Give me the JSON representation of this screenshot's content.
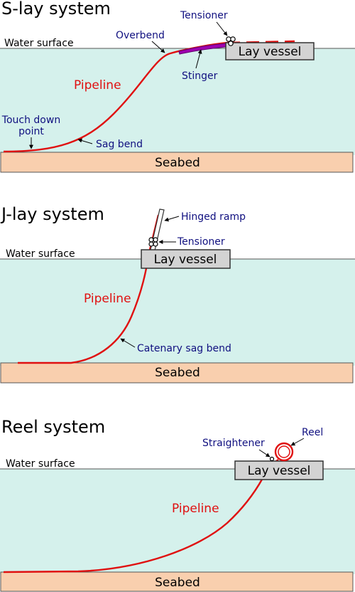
{
  "colors": {
    "water": "#d5f1ec",
    "seabed": "#f9cfae",
    "pipeline": "#e01010",
    "label_blue": "#101080",
    "vessel": "#d3d3d3",
    "stinger": "#a000b0"
  },
  "slay": {
    "title": "S-lay system",
    "water_surface": "Water surface",
    "overbend": "Overbend",
    "tensioner": "Tensioner",
    "lay_vessel": "Lay vessel",
    "stinger": "Stinger",
    "pipeline": "Pipeline",
    "touch_down_line1": "Touch down",
    "touch_down_line2": "point",
    "sag_bend": "Sag bend",
    "seabed": "Seabed"
  },
  "jlay": {
    "title": "J-lay system",
    "hinged_ramp": "Hinged ramp",
    "tensioner": "Tensioner",
    "water_surface": "Water surface",
    "lay_vessel": "Lay vessel",
    "pipeline": "Pipeline",
    "catenary_sag_bend": "Catenary sag bend",
    "seabed": "Seabed"
  },
  "reel": {
    "title": "Reel system",
    "straightener": "Straightener",
    "reel": "Reel",
    "water_surface": "Water surface",
    "lay_vessel": "Lay vessel",
    "pipeline": "Pipeline",
    "seabed": "Seabed"
  }
}
